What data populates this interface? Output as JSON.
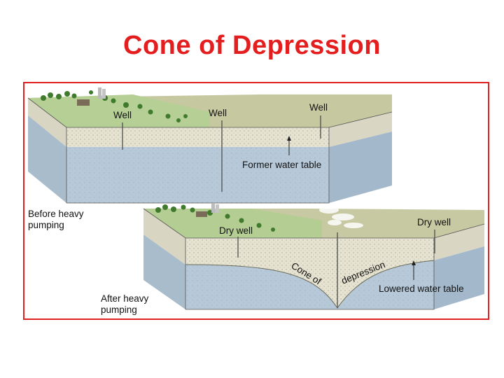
{
  "slide": {
    "title": "Cone of Depression"
  },
  "diagram": {
    "border_color": "#e02020",
    "before": {
      "label_line1": "Before heavy",
      "label_line2": "pumping",
      "wells": [
        "Well",
        "Well",
        "Well"
      ],
      "water_table_label": "Former water table"
    },
    "after": {
      "label_line1": "After heavy",
      "label_line2": "pumping",
      "dry_well_left": "Dry well",
      "dry_well_right": "Dry well",
      "cone_text_1": "Cone of",
      "cone_text_2": "depression",
      "water_table_label": "Lowered water table"
    },
    "colors": {
      "title": "#e41e1e",
      "saturated_zone": "#b7c9d8",
      "unsaturated_zone": "#e6e3d2",
      "grass": "#a9c48a",
      "dry_grass": "#c7c9a2"
    }
  }
}
